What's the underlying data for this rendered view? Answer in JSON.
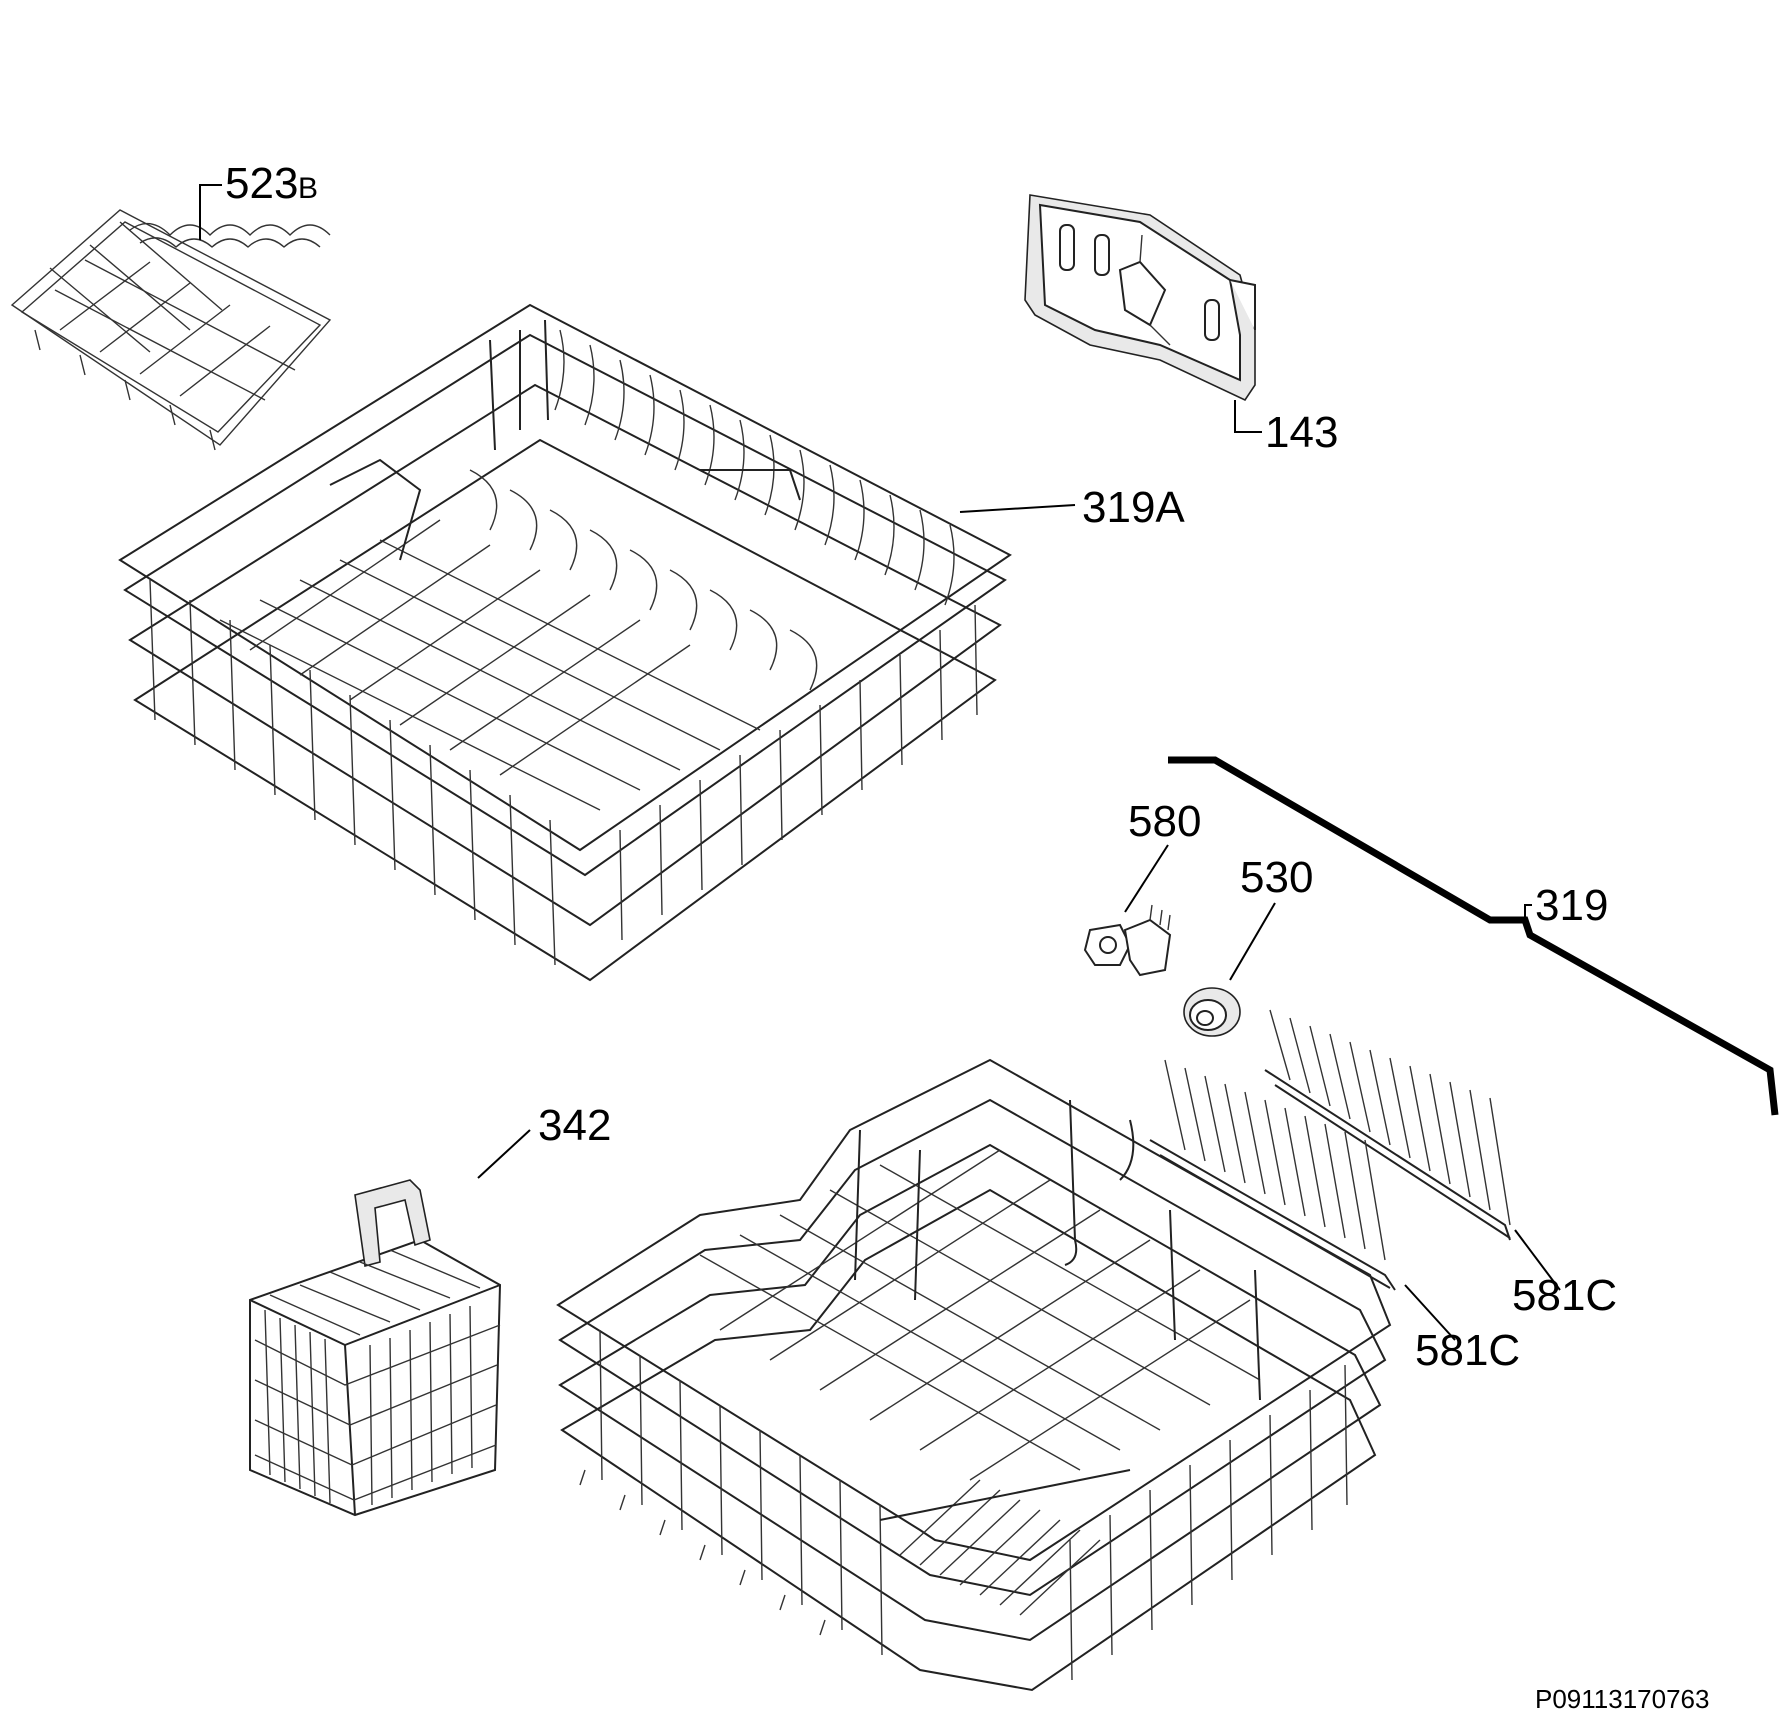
{
  "diagram": {
    "reference_code": "P09113170763",
    "callouts": {
      "c523": {
        "num": "523",
        "suffix": "B"
      },
      "c143": "143",
      "c319a": "319A",
      "c580": "580",
      "c530": "530",
      "c319": "319",
      "c342": "342",
      "c581c_upper": "581C",
      "c581c_lower": "581C"
    }
  }
}
